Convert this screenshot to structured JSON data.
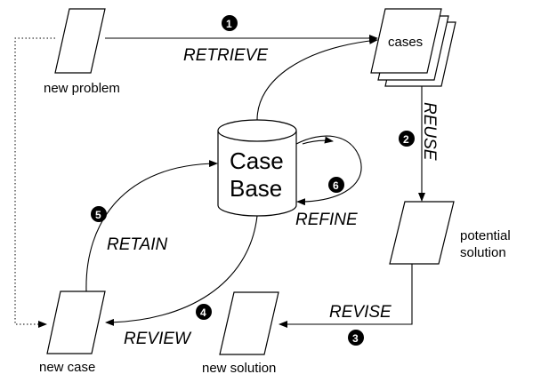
{
  "nodes": {
    "new_problem": "new problem",
    "cases": "cases",
    "potential_solution_1": "potential",
    "potential_solution_2": "solution",
    "new_solution": "new solution",
    "new_case": "new case",
    "case_base_1": "Case",
    "case_base_2": "Base"
  },
  "steps": {
    "retrieve": "RETRIEVE",
    "reuse": "REUSE",
    "revise": "REVISE",
    "review": "REVIEW",
    "retain": "RETAIN",
    "refine": "REFINE"
  },
  "badges": {
    "b1": "1",
    "b2": "2",
    "b3": "3",
    "b4": "4",
    "b5": "5",
    "b6": "6"
  }
}
